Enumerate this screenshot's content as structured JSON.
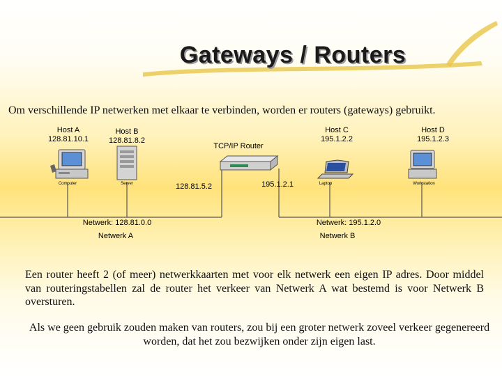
{
  "title": "Gateways / Routers",
  "intro": "Om verschillende IP netwerken met elkaar te verbinden, worden er routers (gateways) gebruikt.",
  "diagram": {
    "host_a": {
      "name": "Host A",
      "ip": "128.81.10.1",
      "device": "Computer"
    },
    "host_b": {
      "name": "Host B",
      "ip": "128.81.8.2",
      "device": "Server"
    },
    "router": {
      "name": "TCP/IP Router",
      "ip_left": "128.81.5.2",
      "ip_right": "195.1.2.1"
    },
    "host_c": {
      "name": "Host C",
      "ip": "195.1.2.2",
      "device": "Laptop"
    },
    "host_d": {
      "name": "Host D",
      "ip": "195.1.2.3",
      "device": "Workstation"
    },
    "network_a": {
      "label": "Netwerk: 128.81.0.0",
      "name": "Netwerk A"
    },
    "network_b": {
      "label": "Netwerk: 195.1.2.0",
      "name": "Netwerk B"
    }
  },
  "paragraph1": "Een router heeft 2 (of meer) netwerkkaarten met voor elk netwerk een eigen IP adres. Door middel van routeringstabellen zal de router het verkeer van Netwerk A wat bestemd is voor Netwerk B oversturen.",
  "paragraph2": "Als we geen gebruik zouden maken van routers, zou bij een groter netwerk zoveel verkeer gegenereerd worden, dat het zou bezwijken onder zijn eigen last.",
  "colors": {
    "background_accent": "#ffe27a",
    "swoosh": "#e8c64a",
    "line": "#555555"
  }
}
